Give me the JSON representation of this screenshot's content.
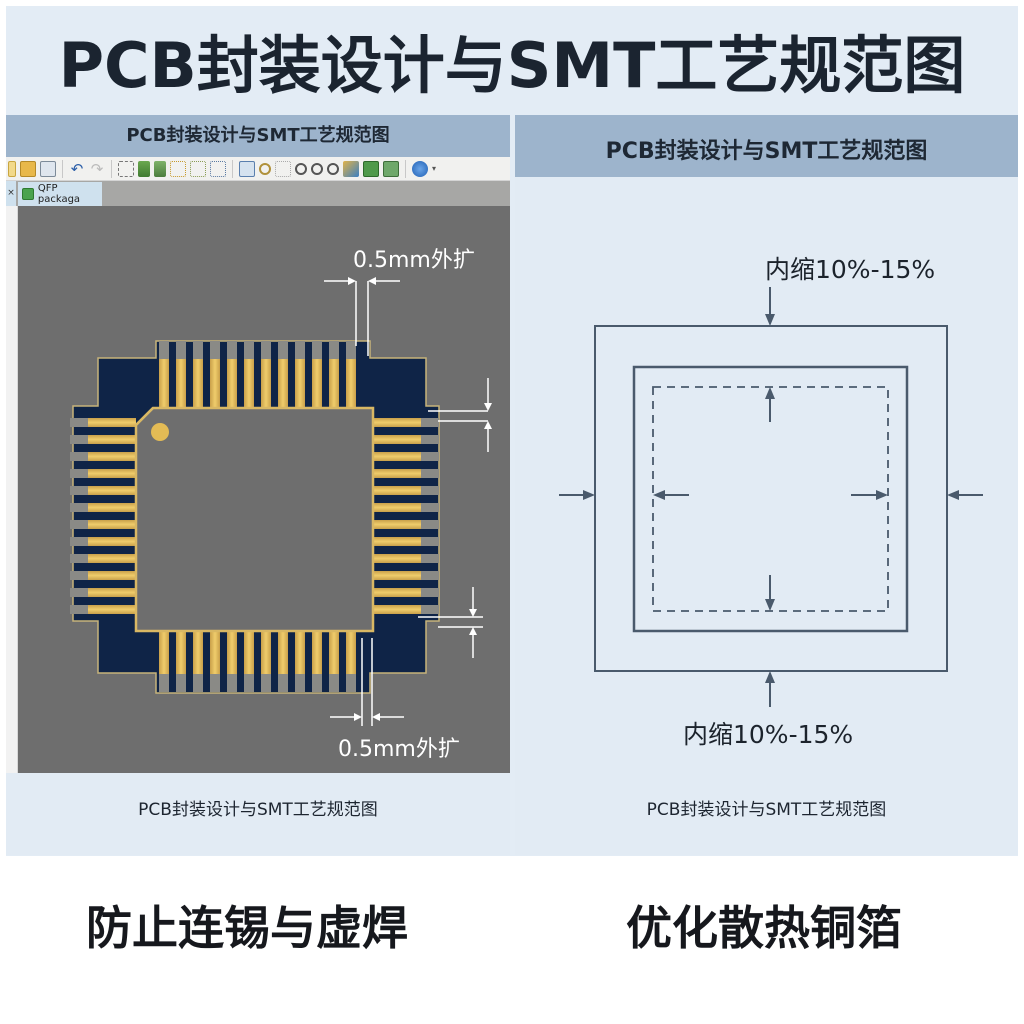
{
  "main_title": "PCB封装设计与SMT工艺规范图",
  "left_panel": {
    "header": "PCB封装设计与SMT工艺规范图",
    "toolbar": {
      "icons": [
        "new-file-icon",
        "open-folder-icon",
        "save-image-icon",
        "undo-icon",
        "redo-icon",
        "component-dropdown-icon",
        "place-part-icon",
        "place-net-icon",
        "route-icon",
        "tree-icon",
        "net-icon",
        "grid-icon",
        "find-icon",
        "snap-icon",
        "zoom-in-icon",
        "zoom-out-icon",
        "zoom-fit-icon",
        "layers-icon",
        "board-icon",
        "3d-view-icon",
        "help-icon"
      ]
    },
    "tab": {
      "close_glyph": "×",
      "label": "QFP packaga"
    },
    "annotations": {
      "top_expand": "0.5mm外扩",
      "bottom_expand": "0.5mm外扩"
    },
    "package": {
      "type": "QFP",
      "pins_per_side": 12,
      "pad_color": "#e3bb55",
      "mask_color": "#0f2447",
      "canvas_color": "#6e6e6e"
    },
    "caption": "PCB封装设计与SMT工艺规范图"
  },
  "right_panel": {
    "header": "PCB封装设计与SMT工艺规范图",
    "annotations": {
      "top_shrink": "内缩10%-15%",
      "bottom_shrink": "内缩10%-15%"
    },
    "caption": "PCB封装设计与SMT工艺规范图",
    "line_color": "#4a5a6c"
  },
  "bottom_labels": {
    "left": "防止连锡与虚焊",
    "right": "优化散热铜箔"
  }
}
